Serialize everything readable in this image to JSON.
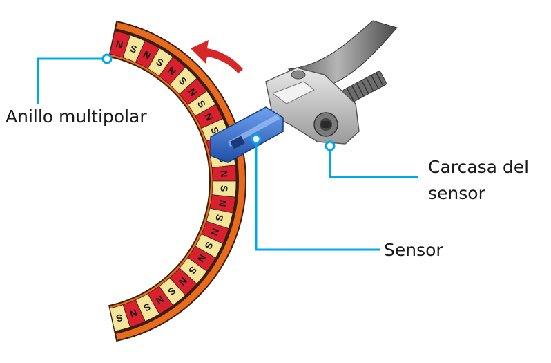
{
  "labels": {
    "ring": "Anillo multipolar",
    "housing": "Carcasa del sensor",
    "sensor": "Sensor"
  },
  "ring": {
    "pole_letters": [
      "N",
      "S"
    ]
  },
  "colors": {
    "callout": "#00a8e8",
    "ring_outer": "#e86a1c",
    "ring_dark": "#3a1f10",
    "pole_red": "#d8202e",
    "pole_cream": "#f3e59a",
    "arrow": "#d62828",
    "sensor_blue": "#2e6fd6",
    "housing_grey": "#c9c9c9",
    "cable_grey": "#8a8a8a"
  },
  "icons": {
    "rotation": "curved-arrow-icon"
  }
}
